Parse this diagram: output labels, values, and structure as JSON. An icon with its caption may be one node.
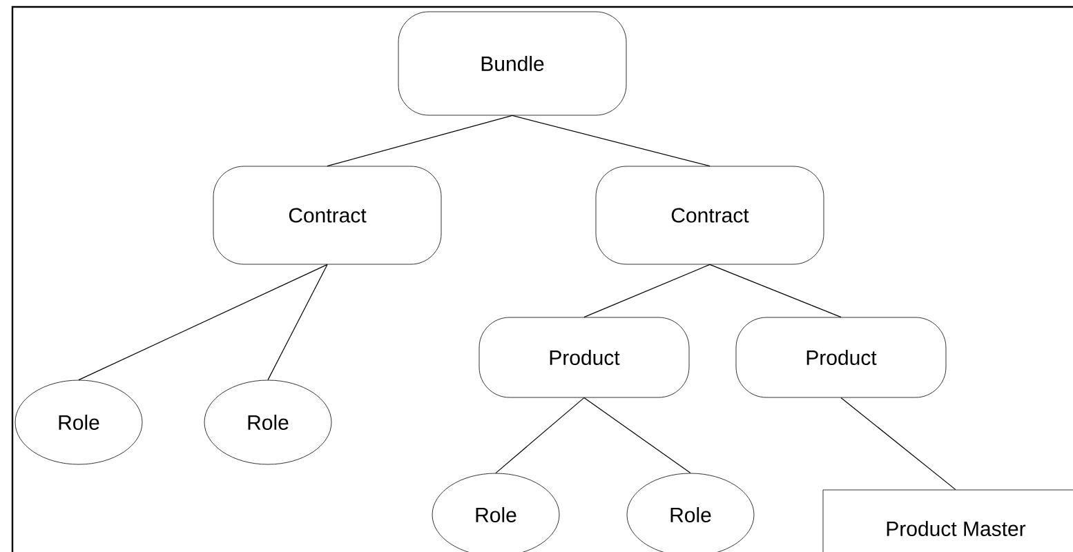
{
  "diagram": {
    "nodes": [
      {
        "text": [
          "Bundle"
        ]
      },
      {
        "text": [
          "Contract"
        ]
      },
      {
        "text": [
          "Contract"
        ]
      },
      {
        "text": [
          "Role"
        ]
      },
      {
        "text": [
          "Role"
        ]
      },
      {
        "text": [
          "Product"
        ]
      },
      {
        "text": [
          "Product"
        ]
      },
      {
        "text": [
          "Role"
        ]
      },
      {
        "text": [
          "Role"
        ]
      },
      {
        "text": [
          "Product Master"
        ]
      }
    ],
    "edges": [
      {
        "from": 0,
        "to": 1,
        "arrow": "none"
      },
      {
        "from": 0,
        "to": 2,
        "arrow": "none"
      },
      {
        "from": 1,
        "to": 3,
        "arrow": "none"
      },
      {
        "from": 1,
        "to": 4,
        "arrow": "none"
      },
      {
        "from": 2,
        "to": 5,
        "arrow": "none"
      },
      {
        "from": 2,
        "to": 6,
        "arrow": "none"
      },
      {
        "from": 5,
        "to": 7,
        "arrow": "none"
      },
      {
        "from": 5,
        "to": 8,
        "arrow": "none"
      },
      {
        "from": 6,
        "to": 9,
        "arrow": "none"
      }
    ]
  }
}
